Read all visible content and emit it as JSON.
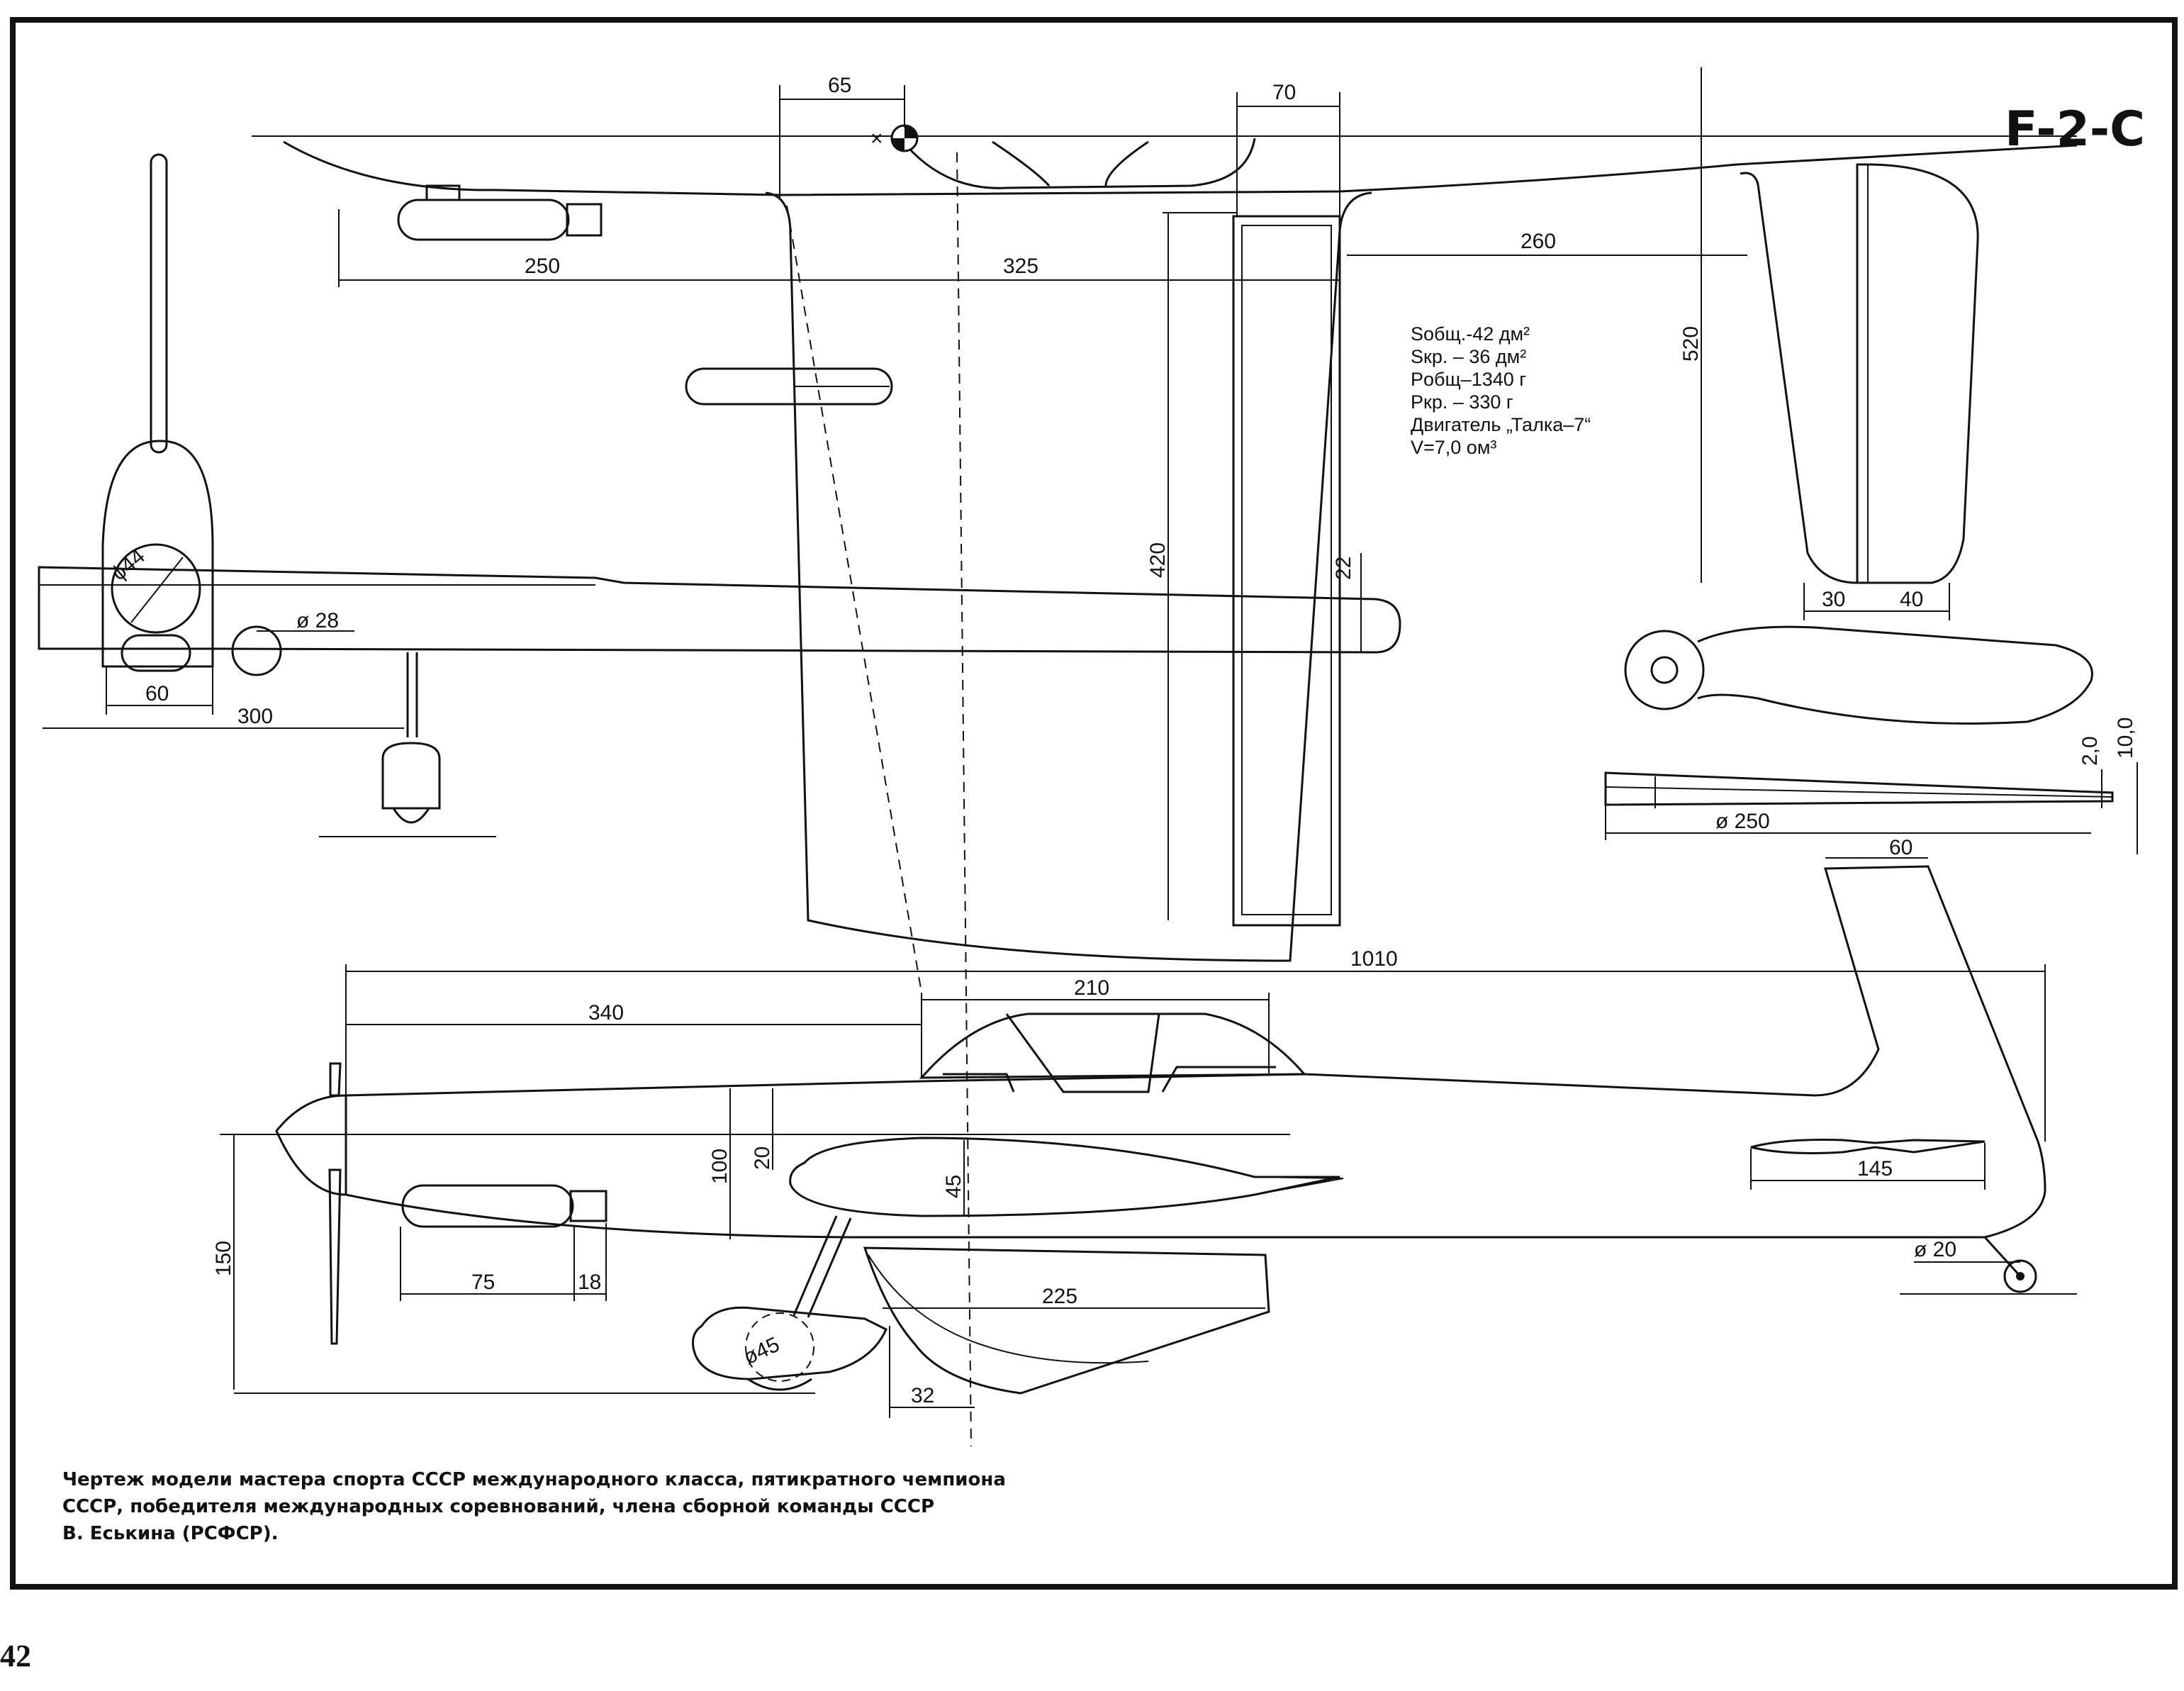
{
  "title": "F-2-C",
  "specs": [
    "Sобщ.-42 дм²",
    "Sкр. – 36 дм²",
    "Pобщ–1340 г",
    "Pкр. – 330 г",
    "Двигатель „Талка–7“",
    "V=7,0 ом³"
  ],
  "caption": [
    "Чертеж модели мастера спорта СССР международного класса, пятикратного чемпиона",
    "СССР, победителя международных соревнований, члена сборной команды СССР",
    "В. Еськина (РСФСР)."
  ],
  "page_number": "42",
  "dimensions": {
    "d65": "65",
    "d70": "70",
    "d250_top": "250",
    "d325": "325",
    "d260": "260",
    "d520": "520",
    "d420": "420",
    "d22": "22",
    "d30": "30",
    "d40": "40",
    "d_phi44": "ϕ44",
    "d_phi28": "ø 28",
    "d60_front": "60",
    "d300": "300",
    "d2_0": "2,0",
    "d10_0": "10,0",
    "d_phi250": "ø 250",
    "d60_fin": "60",
    "d1010": "1010",
    "d340": "340",
    "d210": "210",
    "d100": "100",
    "d20": "20",
    "d45": "45",
    "d145": "145",
    "d150": "150",
    "d75": "75",
    "d18": "18",
    "d225": "225",
    "d_phi20": "ø 20",
    "d_phi45": "ø45",
    "d32": "32"
  }
}
